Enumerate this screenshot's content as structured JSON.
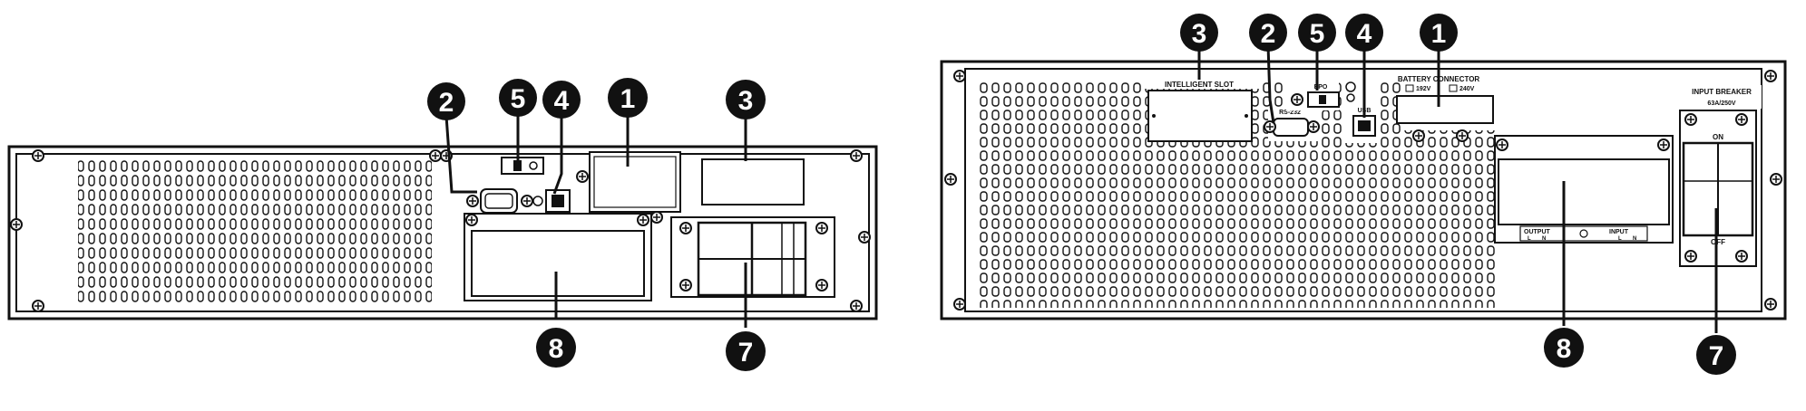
{
  "callouts": {
    "n1": "1",
    "n2": "2",
    "n3": "3",
    "n4": "4",
    "n5": "5",
    "n7": "7",
    "n8": "8"
  },
  "panel_labels": {
    "intelligent_slot": "INTELLIGENT SLOT",
    "battery_connector": "BATTERY CONNECTOR",
    "battery_192v": "192V",
    "battery_240v": "240V",
    "rs232": "RS-232",
    "epo": "EPO",
    "usb": "USB",
    "input_breaker": "INPUT BREAKER",
    "breaker_rating": "63A/250V",
    "on": "ON",
    "off": "OFF",
    "output": "OUTPUT",
    "input": "INPUT",
    "terminal_l": "L",
    "terminal_n": "N"
  },
  "colors": {
    "line": "#111111",
    "callout_fill": "#111111",
    "callout_text": "#ffffff",
    "background": "#ffffff"
  }
}
